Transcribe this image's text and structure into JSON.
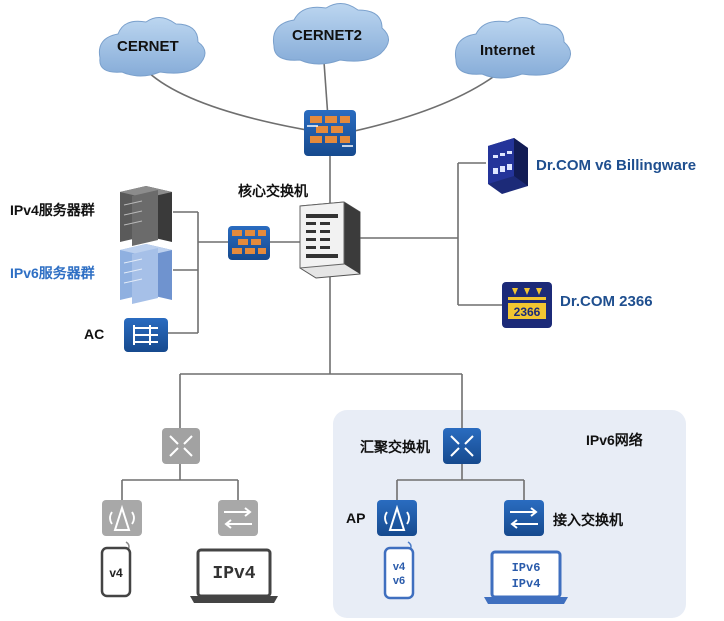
{
  "clouds": [
    "CERNET",
    "CERNET2",
    "Internet"
  ],
  "core_switch_label": "核心交换机",
  "servers": {
    "ipv4_label": "IPv4服务器群",
    "ipv6_label": "IPv6服务器群",
    "ac_label": "AC"
  },
  "billing": {
    "v6_label": "Dr.COM v6 Billingware",
    "d2366_label": "Dr.COM 2366",
    "d2366_badge": "2366"
  },
  "ipv6_zone": {
    "title": "IPv6网络",
    "agg_switch_label": "汇聚交换机",
    "ap_label": "AP",
    "access_switch_label": "接入交换机",
    "phone_lines": [
      "v4",
      "v6"
    ],
    "laptop_lines": [
      "IPv6",
      "IPv4"
    ]
  },
  "ipv4_zone": {
    "phone_text": "v4",
    "laptop_text": "IPv4"
  },
  "colors": {
    "accent_blue": "#1e5aa8",
    "dark_navy": "#1d2a6e",
    "firewall_orange": "#e08a3c",
    "gray_device": "#9a9a9a",
    "zone_fill": "#e9eef7",
    "cloud_fill": "#9fc1e6"
  }
}
